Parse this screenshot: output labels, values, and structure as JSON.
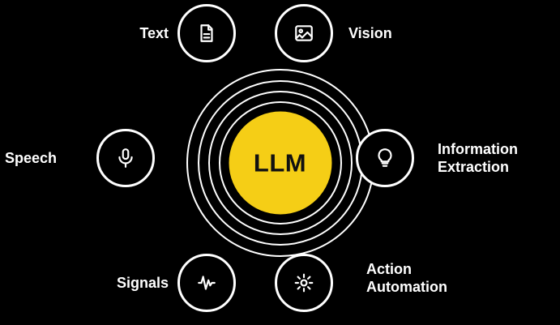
{
  "diagram": {
    "title": "LLM capability hub diagram",
    "background_color": "#000000",
    "accent_color": "#F5CE16",
    "line_color": "#FFFFFF",
    "hub": {
      "label": "LLM",
      "text_color": "#111111",
      "fill_color": "#F5CE16"
    },
    "rings": [
      {
        "name": "ring-1",
        "size": 152
      },
      {
        "name": "ring-2",
        "size": 178
      },
      {
        "name": "ring-3",
        "size": 204
      },
      {
        "name": "ring-4",
        "size": 232
      }
    ],
    "nodes": [
      {
        "key": "text",
        "label": "Text",
        "icon": "document-text-icon",
        "position": "top-left"
      },
      {
        "key": "vision",
        "label": "Vision",
        "icon": "image-photo-icon",
        "position": "top-right"
      },
      {
        "key": "speech",
        "label": "Speech",
        "icon": "microphone-icon",
        "position": "middle-left"
      },
      {
        "key": "information_extraction",
        "label": "Information\nExtraction",
        "icon": "lightbulb-icon",
        "position": "middle-right"
      },
      {
        "key": "signals",
        "label": "Signals",
        "icon": "waveform-signal-icon",
        "position": "bottom-left"
      },
      {
        "key": "action_automation",
        "label": "Action\nAutomation",
        "icon": "gear-automation-icon",
        "position": "bottom-right"
      }
    ]
  }
}
